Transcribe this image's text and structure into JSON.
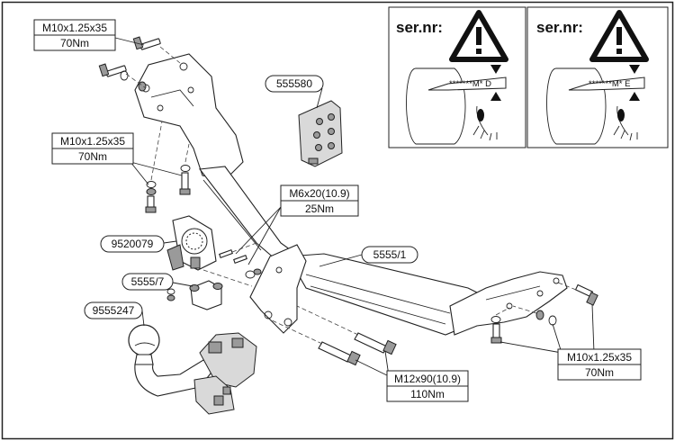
{
  "labels": {
    "top_bolt_spec": "M10x1.25x35",
    "top_bolt_torque": "70Nm",
    "left_bolt_spec": "M10x1.25x35",
    "left_bolt_torque": "70Nm",
    "mid_bolt_spec": "M6x20(10.9)",
    "mid_bolt_torque": "25Nm",
    "long_bolt_spec": "M12x90(10.9)",
    "long_bolt_torque": "110Nm",
    "right_bolt_spec": "M10x1.25x35",
    "right_bolt_torque": "70Nm"
  },
  "parts": {
    "socket_kit": "555580",
    "socket_plate": "9520079",
    "main_bar": "5555/1",
    "bracket": "5555/7",
    "towball": "9555247"
  },
  "serial_panels": [
    {
      "title": "ser.nr:",
      "code": "*******M* D",
      "suffix": "D"
    },
    {
      "title": "ser.nr:",
      "code": "*******M* E",
      "suffix": "E"
    }
  ],
  "colors": {
    "line": "#222222",
    "shade": "#d9d9d9",
    "dark_shade": "#9a9a9a",
    "background": "#ffffff"
  },
  "icons": [
    "warning-icon",
    "eye-icon"
  ]
}
